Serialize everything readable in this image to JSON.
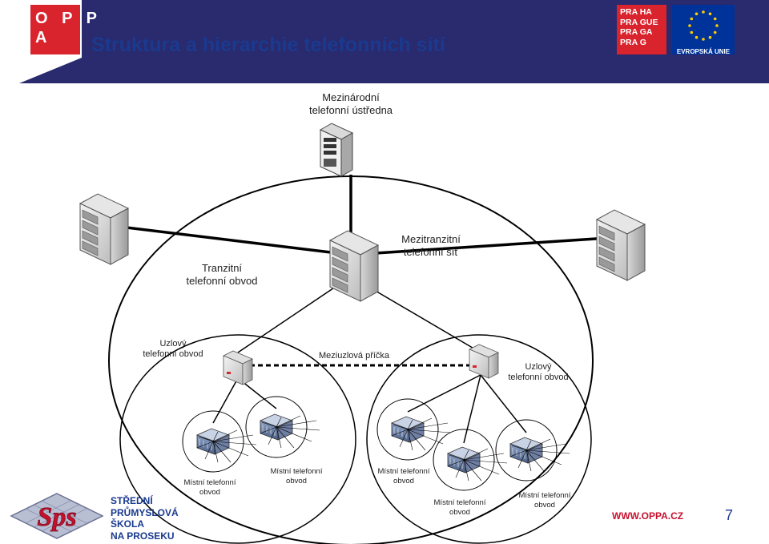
{
  "header": {
    "title": "Struktura a hierarchie telefonních sítí",
    "logo_oppa": "O P P\nA",
    "logo_praha": "PRA HA\nPRA GUE\nPRA GA\nPRA G",
    "logo_eu": "EVROPSKÁ UNIE"
  },
  "diagram": {
    "international_exchange": "Mezinárodní\ntelefonní ústředna",
    "transit_circuit": "Tranzitní\ntelefonní obvod",
    "intertransit_network": "Mezitranzitní\ntelefonní síť",
    "node_circuit_left": "Uzlový\ntelefonní obvod",
    "node_circuit_right": "Uzlový\ntelefonní obvod",
    "internode_link": "Meziuzlová příčka",
    "local_circuits": [
      "Místní telefonní\nobvod",
      "Místní telefonní\nobvod",
      "Místní telefonní\nobvod",
      "Místní telefonní\nobvod",
      "Místní telefonní\nobvod"
    ]
  },
  "footer": {
    "school_logo_text": "Sps",
    "school_name": "STŘEDNÍ\nPRŮMYSLOVÁ\nŠKOLA\nNA PROSEKU",
    "website": "WWW.OPPA.CZ",
    "slide_number": "7"
  },
  "colors": {
    "header_band": "#2a2a6e",
    "title": "#1a3a8f",
    "oppa_red": "#d9232d",
    "praha_red": "#d9232d",
    "eu_blue": "#003399",
    "eu_star": "#ffcc00",
    "website": "#c8102e"
  }
}
